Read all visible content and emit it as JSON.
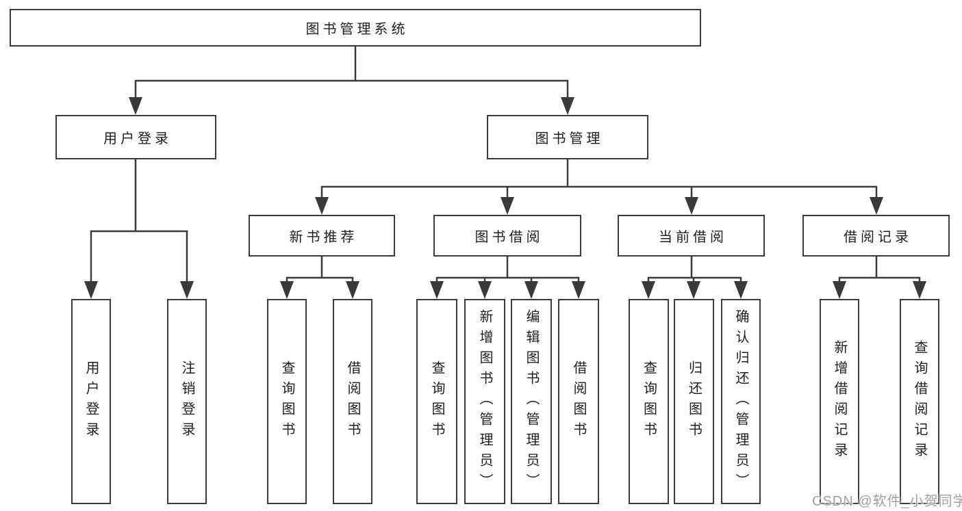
{
  "diagram_title": "图书管理系统",
  "tree": {
    "label": "图书管理系统",
    "children": [
      {
        "label": "用户登录",
        "children": [
          {
            "label": "用户登录"
          },
          {
            "label": "注销登录"
          }
        ]
      },
      {
        "label": "图书管理",
        "children": [
          {
            "label": "新书推荐",
            "children": [
              {
                "label": "查询图书"
              },
              {
                "label": "借阅图书"
              }
            ]
          },
          {
            "label": "图书借阅",
            "children": [
              {
                "label": "查询图书"
              },
              {
                "label": "新增图书（管理员）"
              },
              {
                "label": "编辑图书（管理员）"
              },
              {
                "label": "借阅图书"
              }
            ]
          },
          {
            "label": "当前借阅",
            "children": [
              {
                "label": "查询图书"
              },
              {
                "label": "归还图书"
              },
              {
                "label": "确认归还（管理员）"
              }
            ]
          },
          {
            "label": "借阅记录",
            "children": [
              {
                "label": "新增借阅记录"
              },
              {
                "label": "查询借阅记录"
              }
            ]
          }
        ]
      }
    ]
  },
  "watermark": {
    "text": "CSDN @软件_小贺同学",
    "color": "#a0a0a0"
  },
  "colors": {
    "line": "#3a3a3a",
    "box_border": "#3a3a3a",
    "box_fill": "#ffffff",
    "text": "#1e1e1e",
    "background": "#ffffff"
  }
}
